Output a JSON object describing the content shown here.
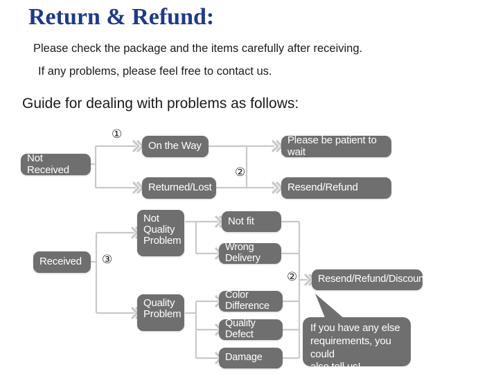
{
  "header": {
    "title": "Return & Refund:",
    "line1": "Please check the package and the items carefully after receiving.",
    "line2": "If any problems, please feel free to contact us.",
    "guide": "Guide for dealing with problems as follows:"
  },
  "colors": {
    "title": "#1e3a8a",
    "node_fill": "#6f6f6f",
    "node_text": "#ffffff",
    "connector": "#c9c9c9",
    "body_text": "#1a1a1a"
  },
  "flow": {
    "markers": [
      {
        "id": "marker-1",
        "label": "①"
      },
      {
        "id": "marker-2a",
        "label": "②"
      },
      {
        "id": "marker-3",
        "label": "③"
      },
      {
        "id": "marker-2b",
        "label": "②"
      }
    ],
    "nodes": [
      {
        "id": "not-received",
        "label": "Not Received"
      },
      {
        "id": "on-the-way",
        "label": "On the Way"
      },
      {
        "id": "returned-lost",
        "label": "Returned/Lost"
      },
      {
        "id": "be-patient",
        "label": "Please be patient to wait"
      },
      {
        "id": "resend-refund",
        "label": "Resend/Refund"
      },
      {
        "id": "received",
        "label": "Received"
      },
      {
        "id": "not-quality-problem",
        "label": "Not\nQuality\nProblem"
      },
      {
        "id": "quality-problem",
        "label": "Quality\nProblem"
      },
      {
        "id": "not-fit",
        "label": "Not fit"
      },
      {
        "id": "wrong-delivery",
        "label": "Wrong Delivery"
      },
      {
        "id": "color-difference",
        "label": "Color Difference"
      },
      {
        "id": "quality-defect",
        "label": "Quality Defect"
      },
      {
        "id": "damage",
        "label": "Damage"
      },
      {
        "id": "resend-refund-discount",
        "label": "Resend/Refund/Discount"
      }
    ],
    "callout": {
      "id": "callout-bubble",
      "line1": "If you have any else",
      "line2": "requirements, you could",
      "line3": "also tell us!"
    }
  }
}
